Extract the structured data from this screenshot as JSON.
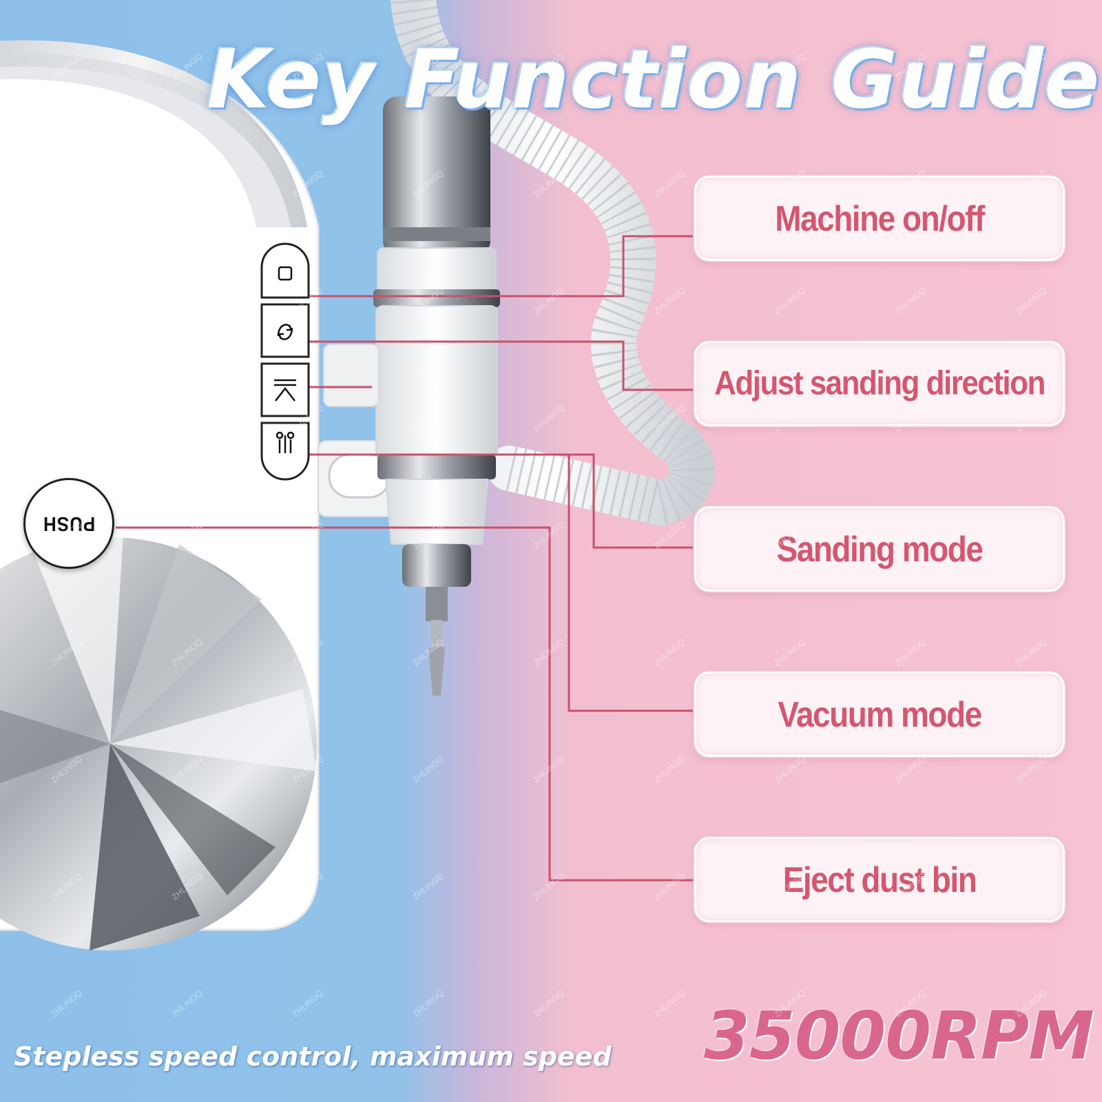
{
  "title": "Key Function Guide",
  "labels": [
    "Machine on/off",
    "Adjust sanding direction",
    "Sanding mode",
    "Vacuum mode",
    "Eject dust bin"
  ],
  "push_button": "PUSH",
  "bottom_text": "Stepless speed control, maximum speed",
  "rpm": "35000RPM",
  "watermark": "ZHLINGQ",
  "colors": {
    "accent": "#d4576f",
    "leader_line": "#c8506a",
    "rpm": "#d9678d"
  },
  "icons": [
    "power-button-icon",
    "direction-arrows-icon",
    "sanding-mode-icon",
    "vacuum-mode-icon"
  ]
}
